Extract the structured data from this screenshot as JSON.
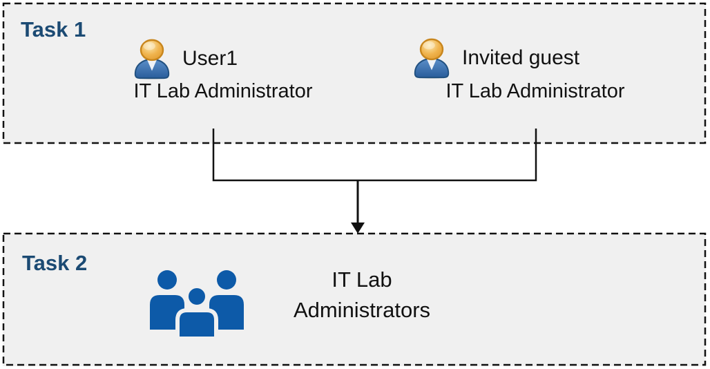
{
  "diagram": {
    "task1": {
      "title": "Task 1",
      "members": [
        {
          "name": "User1",
          "role": "IT Lab Administrator",
          "icon": "person-icon"
        },
        {
          "name": "Invited guest",
          "role": "IT Lab Administrator",
          "icon": "person-icon"
        }
      ]
    },
    "task2": {
      "title": "Task 2",
      "icon": "people-group-icon",
      "label_line1": "IT Lab",
      "label_line2": "Administrators"
    },
    "connector": {
      "type": "merge-arrow",
      "from": [
        "User1",
        "Invited guest"
      ],
      "to": "IT Lab Administrators"
    },
    "colors": {
      "box_background": "#f0f0f0",
      "box_border": "#111111",
      "title_text": "#1b4a73",
      "body_text": "#111111",
      "group_icon_blue": "#0d5aa8",
      "person_head_gold": "#eaa63c",
      "person_body_blue": "#34689f",
      "connector_line": "#111111"
    }
  }
}
